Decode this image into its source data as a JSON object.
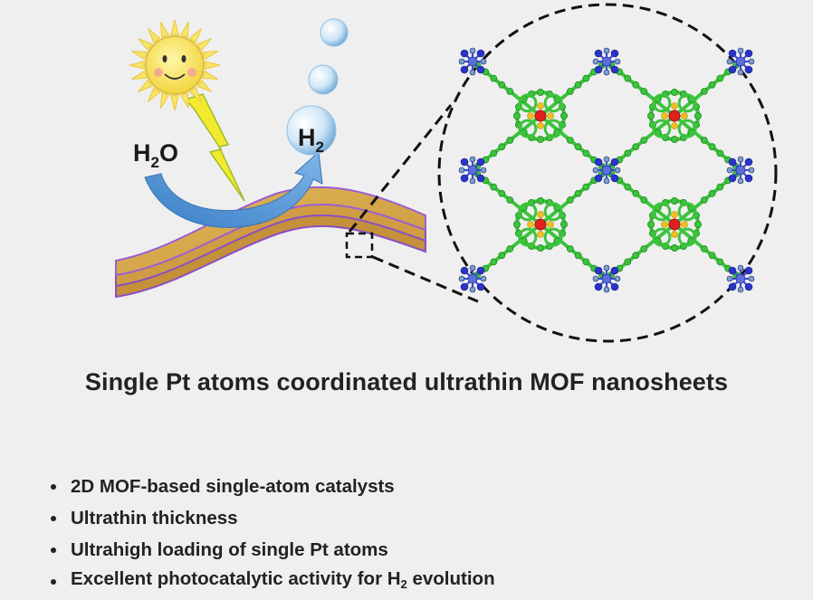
{
  "illustration": {
    "water_label": {
      "main": "H",
      "sub": "2",
      "tail": "O"
    },
    "hydrogen_label": {
      "main": "H",
      "sub": "2"
    },
    "icons": [
      "sun-icon",
      "lightning-icon",
      "bubble-icon",
      "arrow-icon",
      "nanosheet-icon",
      "mof-lattice-icon"
    ],
    "colors": {
      "background": "#efefef",
      "sheet": "#d7a84d",
      "sheet_edge": "#8a4fc4",
      "arrow": "#4f8fd0",
      "sun": "#f6e25b",
      "linker": "#3cc43c",
      "metal_node": "#2b33c8",
      "pt_atom": "#e01f1f",
      "n_atom": "#f0c020"
    }
  },
  "title": "Single Pt atoms coordinated ultrathin MOF nanosheets",
  "bullets": [
    {
      "text": "2D MOF-based single-atom catalysts"
    },
    {
      "text": "Ultrathin thickness"
    },
    {
      "text": "Ultrahigh loading of single Pt atoms"
    },
    {
      "text": "Excellent photocatalytic activity for H",
      "sub": "2",
      "tail": " evolution"
    }
  ]
}
